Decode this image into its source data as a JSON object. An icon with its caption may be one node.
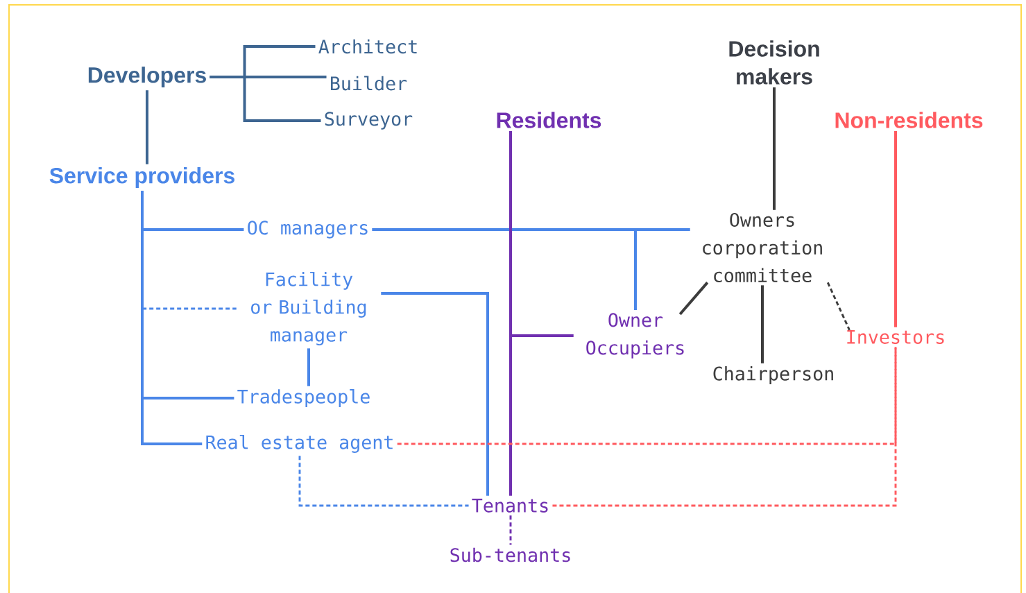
{
  "diagram": {
    "nodes": [
      {
        "text": [
          "Developers"
        ]
      },
      {
        "text": [
          "Architect"
        ]
      },
      {
        "text": [
          "Builder"
        ]
      },
      {
        "text": [
          "Surveyor"
        ]
      },
      {
        "text": [
          "Decision makers"
        ]
      },
      {
        "text": [
          "Residents"
        ]
      },
      {
        "text": [
          "Non-residents"
        ]
      },
      {
        "text": [
          "Service providers"
        ]
      },
      {
        "text": [
          "OC managers"
        ]
      },
      {
        "text": [
          "Owners corporation committee"
        ]
      },
      {
        "text": [
          "Facility or Building manager"
        ]
      },
      {
        "text": [
          "Owner Occupiers"
        ]
      },
      {
        "text": [
          "Investors"
        ]
      },
      {
        "text": [
          "Chairperson"
        ]
      },
      {
        "text": [
          "Tradespeople"
        ]
      },
      {
        "text": [
          "Real estate agent"
        ]
      },
      {
        "text": [
          "Tenants"
        ]
      },
      {
        "text": [
          "Sub-tenants"
        ]
      }
    ],
    "edges": [
      {
        "from": 0,
        "to": 1,
        "arrow": "none",
        "color": "#3d6591"
      },
      {
        "from": 0,
        "to": 2,
        "arrow": "none",
        "color": "#3d6591"
      },
      {
        "from": 0,
        "to": 3,
        "arrow": "none",
        "color": "#3d6591"
      },
      {
        "from": 0,
        "to": 7,
        "arrow": "none",
        "color": "#3d6591"
      },
      {
        "from": 7,
        "to": 8,
        "arrow": "none"
      },
      {
        "from": 7,
        "to": 10,
        "arrow": "none",
        "style": "dashed"
      },
      {
        "from": 7,
        "to": 14,
        "arrow": "none"
      },
      {
        "from": 7,
        "to": 15,
        "arrow": "none"
      },
      {
        "from": 8,
        "to": 9,
        "arrow": "none"
      },
      {
        "from": 8,
        "to": 11,
        "arrow": "none"
      },
      {
        "from": 10,
        "to": 14,
        "arrow": "none"
      },
      {
        "from": 10,
        "to": 16,
        "arrow": "none"
      },
      {
        "from": 5,
        "to": 16,
        "arrow": "none",
        "color": "#7030b0"
      },
      {
        "from": 5,
        "to": 11,
        "arrow": "none",
        "color": "#7030b0"
      },
      {
        "from": 4,
        "to": 9,
        "arrow": "none",
        "color": "#3c3c3c"
      },
      {
        "from": 9,
        "to": 11,
        "arrow": "none",
        "color": "#3c3c3c"
      },
      {
        "from": 9,
        "to": 13,
        "arrow": "none",
        "color": "#3c3c3c"
      },
      {
        "from": 9,
        "to": 12,
        "arrow": "none",
        "style": "dashed",
        "color": "#3c3c3c"
      },
      {
        "from": 6,
        "to": 12,
        "arrow": "none",
        "color": "#ff5a5f"
      },
      {
        "from": 15,
        "to": 12,
        "arrow": "none",
        "style": "dashed",
        "color": "#ff5a5f"
      },
      {
        "from": 16,
        "to": 12,
        "arrow": "none",
        "style": "dashed",
        "color": "#ff5a5f"
      },
      {
        "from": 15,
        "to": 16,
        "arrow": "none",
        "style": "dashed"
      },
      {
        "from": 16,
        "to": 17,
        "arrow": "none",
        "style": "dashed",
        "color": "#7030b0"
      }
    ]
  }
}
